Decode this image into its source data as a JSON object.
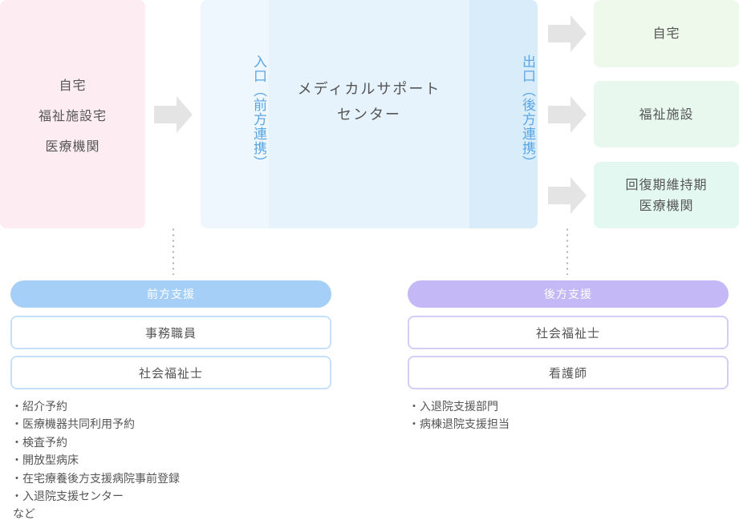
{
  "origin": {
    "lines": [
      "自宅",
      "福祉施設宅",
      "医療機関"
    ]
  },
  "center": {
    "entrance": "入口（前方連携）",
    "title_lines": [
      "メディカルサポート",
      "センター"
    ],
    "exit": "出口（後方連携）"
  },
  "destinations": [
    {
      "lines": [
        "自宅"
      ]
    },
    {
      "lines": [
        "福祉施設"
      ]
    },
    {
      "lines": [
        "回復期維持期",
        "医療機関"
      ]
    }
  ],
  "front_support": {
    "header": "前方支援",
    "staff": [
      "事務職員",
      "社会福祉士"
    ],
    "services": [
      "紹介予約",
      "医療機器共同利用予約",
      "検査予約",
      "開放型病床",
      "在宅療養後方支援病院事前登録",
      "入退院支援センター"
    ],
    "note": "など"
  },
  "back_support": {
    "header": "後方支援",
    "staff": [
      "社会福祉士",
      "看護師"
    ],
    "services": [
      "入退院支援部門",
      "病棟退院支援担当"
    ]
  },
  "colors": {
    "origin_bg": "#fdedf2",
    "center_accent": "#5ba6e4",
    "front_header": "#a5cff6",
    "back_header": "#c5b8f6",
    "arrow": "#e4e4e4"
  }
}
